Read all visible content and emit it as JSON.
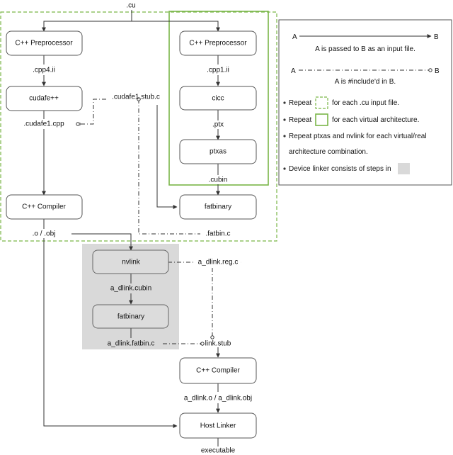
{
  "labels": {
    "cu": ".cu",
    "cpp4_ii": ".cpp4.ii",
    "cpp1_ii": ".cpp1.ii",
    "cudafe1_stub_c": ".cudafe1.stub.c",
    "cudafe1_cpp": ".cudafe1.cpp",
    "ptx": ".ptx",
    "cubin": ".cubin",
    "obj": ".o / .obj",
    "fatbin_c": ".fatbin.c",
    "a_dlink_reg_c": "a_dlink.reg.c",
    "a_dlink_cubin": "a_dlink.cubin",
    "a_dlink_fatbin_c": "a_dlink.fatbin.c",
    "link_stub": "link.stub",
    "a_dlink_obj": "a_dlink.o / a_dlink.obj",
    "executable": "executable"
  },
  "boxes": {
    "cpp_preprocessor_left": "C++ Preprocessor",
    "cudafe": "cudafe++",
    "cpp_compiler_left": "C++ Compiler",
    "cpp_preprocessor_right": "C++ Preprocessor",
    "cicc": "cicc",
    "ptxas": "ptxas",
    "fatbinary_top": "fatbinary",
    "nvlink": "nvlink",
    "fatbinary_bottom": "fatbinary",
    "cpp_compiler_bottom": "C++ Compiler",
    "host_linker": "Host Linker"
  },
  "legend": {
    "a_left_1": "A",
    "b_right_1": "B",
    "input_text": "A is passed to B as an input file.",
    "a_left_2": "A",
    "b_right_2": "B",
    "include_text": "A is #include'd in B.",
    "bullet1_prefix": "Repeat",
    "bullet1_suffix": "for each .cu input file.",
    "bullet2_prefix": "Repeat",
    "bullet2_suffix": "for each virtual architecture.",
    "bullet3_line1": "Repeat ptxas and nvlink for each virtual/real",
    "bullet3_line2": "architecture combination.",
    "bullet4": "Device linker consists of steps in"
  },
  "colors": {
    "green": "#7ab648",
    "gray_region": "#d9d9d9",
    "box_fill": "#ffffff",
    "line": "#333333"
  }
}
